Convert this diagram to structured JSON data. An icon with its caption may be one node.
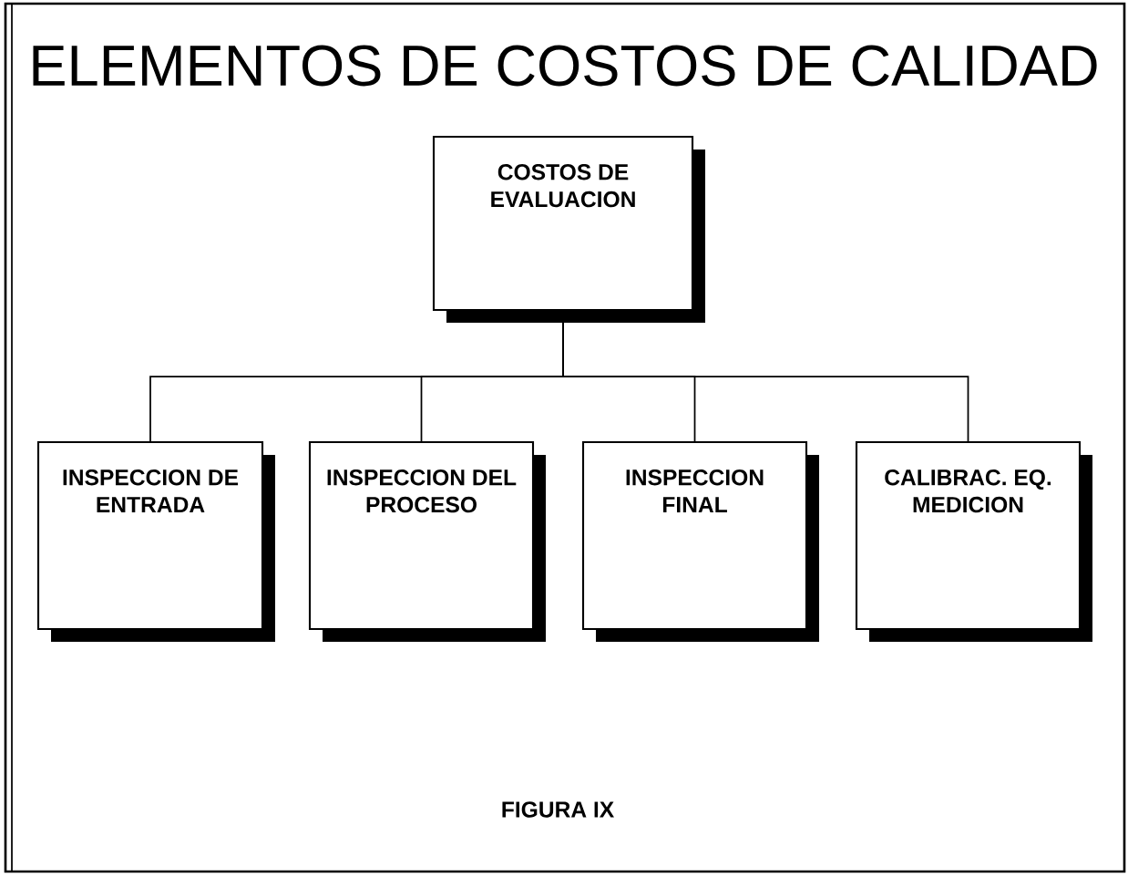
{
  "diagram": {
    "title": "ELEMENTOS DE COSTOS DE CALIDAD",
    "caption": "FIGURA IX",
    "nodes": [
      {
        "text": [
          "COSTOS DE EVALUACION"
        ]
      },
      {
        "text": [
          "INSPECCION DE ENTRADA"
        ]
      },
      {
        "text": [
          "INSPECCION DEL PROCESO"
        ]
      },
      {
        "text": [
          "INSPECCION FINAL"
        ]
      },
      {
        "text": [
          "CALIBRAC. EQ. MEDICION"
        ]
      }
    ],
    "edges": [
      {
        "from": 0,
        "to": 1,
        "arrow": "none"
      },
      {
        "from": 0,
        "to": 2,
        "arrow": "none"
      },
      {
        "from": 0,
        "to": 3,
        "arrow": "none"
      },
      {
        "from": 0,
        "to": 4,
        "arrow": "none"
      }
    ]
  }
}
